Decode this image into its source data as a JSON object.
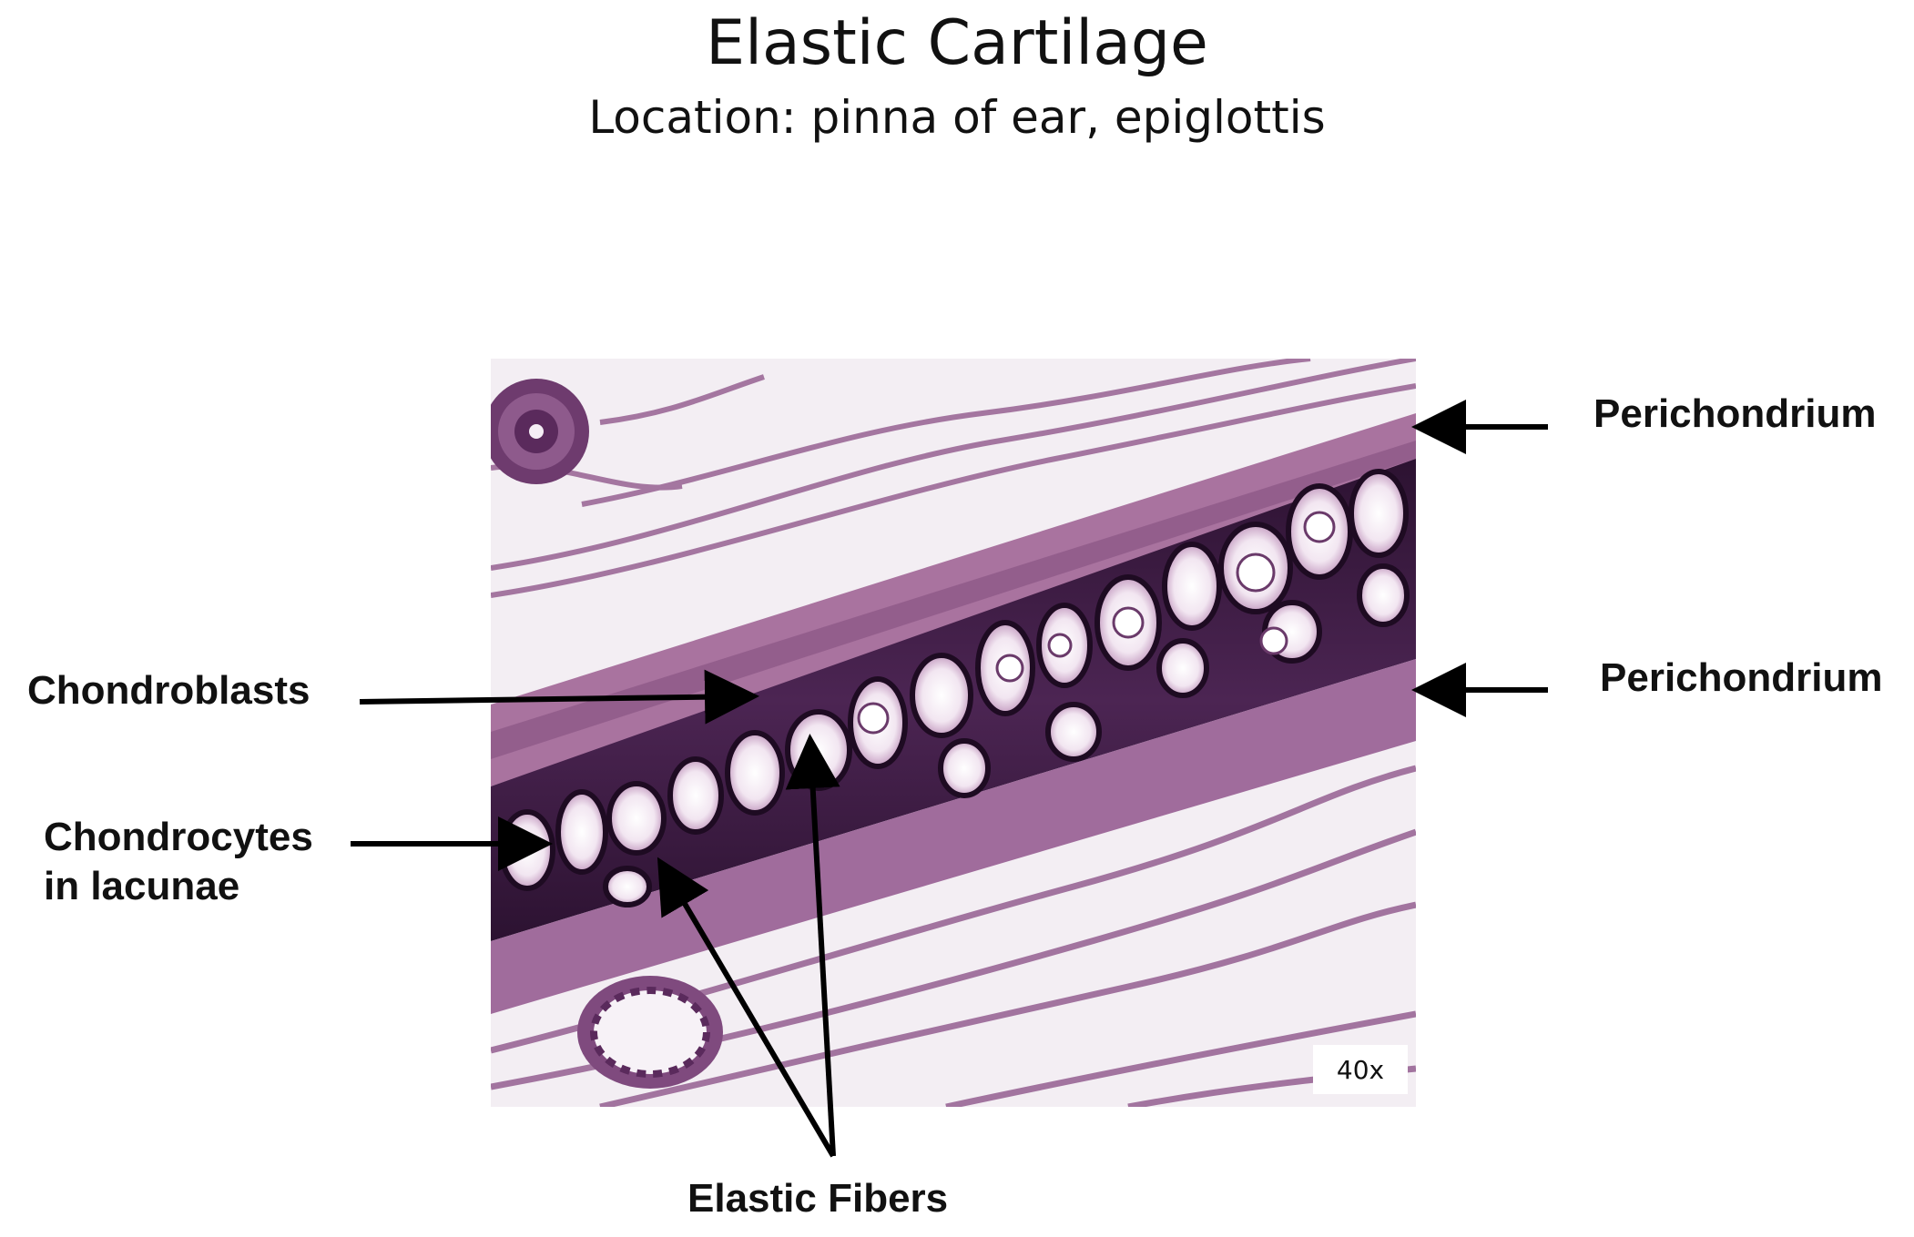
{
  "title": "Elastic Cartilage",
  "subtitle": "Location: pinna of ear, epiglottis",
  "magnification": "40x",
  "labels": {
    "perichondrium_top": "Perichondrium",
    "perichondrium_bottom": "Perichondrium",
    "chondroblasts": "Chondroblasts",
    "chondrocytes_line1": "Chondrocytes",
    "chondrocytes_line2": "in lacunae",
    "elastic_fibers": "Elastic Fibers"
  },
  "colors": {
    "stain_light": "#d9b8d9",
    "stain_mid": "#a7719f",
    "stain_dark": "#3a1c3f",
    "background": "#ffffff",
    "arrow": "#000000"
  }
}
